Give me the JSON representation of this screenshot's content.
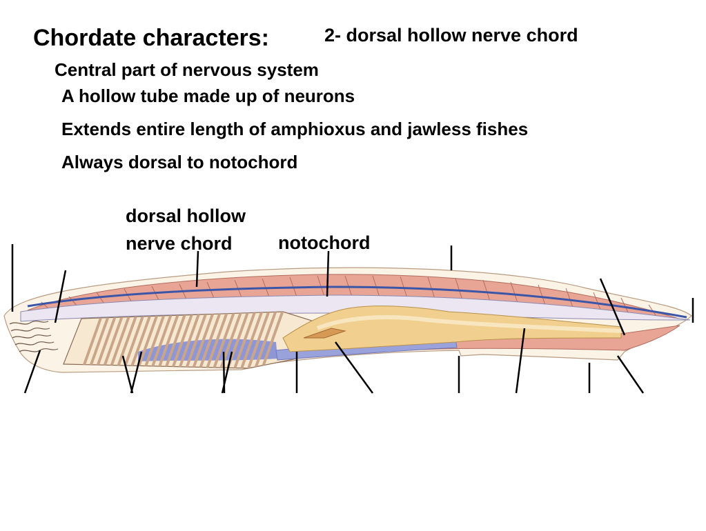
{
  "slide": {
    "title": "Chordate characters:",
    "subtitle": "2- dorsal hollow nerve chord",
    "points": [
      "Central part of nervous system",
      "A hollow tube made up of neurons",
      "Extends entire length of amphioxus and jawless fishes",
      "Always dorsal to notochord"
    ]
  },
  "diagram": {
    "labels": {
      "nerve_cord_line1": "dorsal hollow",
      "nerve_cord_line2": "nerve chord",
      "notochord": "notochord"
    },
    "colors": {
      "outer_skin": "#fbf3e6",
      "muscle": "#e8a595",
      "nerve_cord": "#3b56a8",
      "notochord": "#ebe6f1",
      "gut": "#f1cf8e",
      "pharynx_bars": "#c9a68a",
      "pharynx_base": "#f7e8d2",
      "blue_tissue": "#8f96d6",
      "leader_line": "#000000"
    }
  }
}
